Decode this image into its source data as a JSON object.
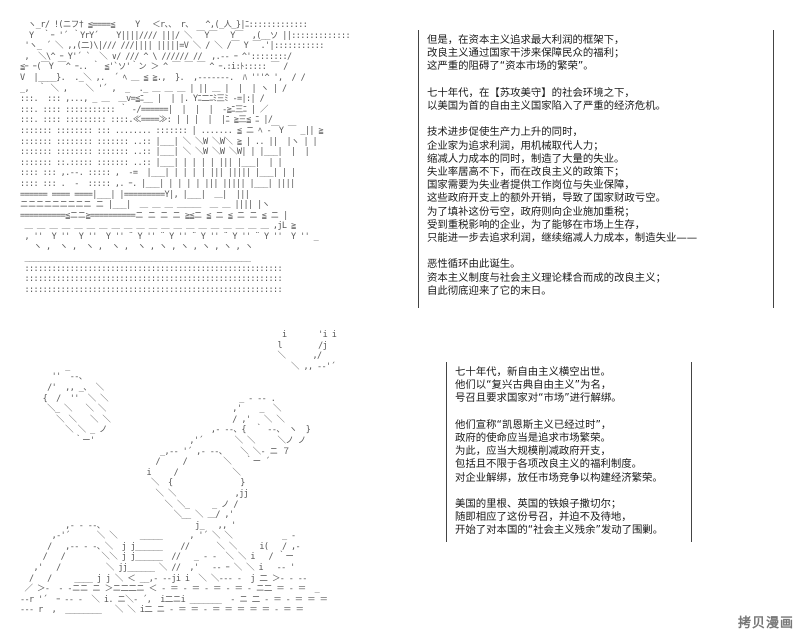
{
  "top_panel": {
    "lines": [
      "但是，在资本主义追求最大利润的框架下，",
      "改良主义通过国家干涉来保障民众的福利；",
      "这严重的阻碍了“资本市场的繁荣”。",
      "",
      "七十年代，在【苏攻美守】的社会环境之下，",
      "以美国为首的自由主义国家陷入了严重的经济危机。",
      "",
      "技术进步促使生产力上升的同时，",
      "企业家为追求利润，用机械取代人力；",
      "缩减人力成本的同时，制造了大量的失业。",
      "失业率居高不下，而在改良主义的政策下；",
      "国家需要为失业者提供工作岗位与失业保障，",
      "这些政府开支上的额外开销，导致了国家财政亏空。",
      "为了填补这份亏空，政府则向企业施加重税；",
      "受到重税影响的企业，为了能够在市场上生存，",
      "只能进一步去追求利润，继续缩减人力成本，制造失业——",
      "",
      "恶性循环由此诞生。",
      "资本主义制度与社会主义理论糅合而成的改良主义；",
      "自此彻底迎来了它的末日。"
    ]
  },
  "bottom_panel": {
    "lines": [
      "七十年代，新自由主义横空出世。",
      "他们以“复兴古典自由主义”为名，",
      "号召且要求国家对“市场”进行解绑。",
      "",
      "他们宣称“凯恩斯主义已经过时”，",
      "政府的使命应当是追求市场繁荣。",
      "为此，应当大规模削减政府开支，",
      "包括且不限于各项改良主义的福利制度。",
      "对企业解绑，放任市场竞争以构建经济繁荣。",
      "",
      "美国的里根、英国的铁娘子撒切尔；",
      "随即相应了这份号召，并迫不及待地，",
      "开始了对本国的“社会主义残余”发动了围剿。"
    ]
  },
  "watermark": "拷贝漫画",
  "art": {
    "top_left": "￣ヽ_r/ !(ニフ† ≦====≦￣ ￣Y￣ ＜r、、 r、 ￣^,(_人_}|ﾆ:::::::::::::\n  Y  ｀ｰ '´ ｀YrY´    Y||||//// |||/ ＼ ￣Y￣   Y￣  ,(__ソ ||:::::::::::::\n 'ヽ_ ´ ＼ ,,(二)\\|/// ///|||| |||||=V ＼ / ＼ /￣ Y ￣.'|:::::::::::\n ,  ＼\\^ ｰ Y'´ `  ＼ ∨/ /// ^ \\ ////// //  ,.-- ｰ ^'::::::::/\n≦ｰ ｰ(￣Y ￣^ ｰ.. ｀ ≦'`ソ'｀ン ＞ ^ ￣ ￣ ￣ ^ ｰ.:i:ﾄ::::: ￣ /\nV  |____}.  ._＼ ,.  ´ ﾍ ＿ ≦ ≧.,  }.  ,-------.  ﾊ '''^ ',  / /\n_,  ｀ ＼ ,    ＼ '´ ,  _  ._ ＿ ＿ ＿ | || ＿ |  |  | ヽ | /\n:::.  ::: ,..., _ ＿  ＿v=≦ﾆ__ |  | |. Yﾆ二ﾆﾐ三ﾐ ‐=|:| / \n:::. :::: ::::::::::: ｀ ‐/======|  |  |  |  ‐≧ﾆ三ﾆ | ／\n:::. :::: ::::::::: ::::.≪====≫: | | |  |  |ﾆ ≧三≦ ﾆ |/\n::::::: :::::::: ::: ........ ::::::: | ....... ≦ ニ ﾍ ‐￣Y ￣ _|| ≧ \n::::::: :::::::: ::::::: ..:: |___| ＼ ＼W ＼W＼ ≧ | .. ||  |ヽ | |\n::::::: :::::::: ::::::: ..:: |___| ＼ ＼W ＼W ＼W| | |___|  |  |\n::::::: ::.::::: ::::::: ..:: |___| | | | | ||| |___|  | |\n:::: ::: ,.‐‐. ::::: ,  ‐=  |___| | | | | ||| ||||| |___| | |\n:::: ::: .  -  ::::: ,. ｰ. |___| | | | | ||| ||||| |___| |||| \n====== ==== ====|___| |=========Y|, |___|  ＿|  |||  \nニニニニニニニニニ ニ |___|  ＿ ＿ ＿ ＿＿＿  ＿ ＿ |||| |ヽ\n==========≦ニニ≧==========ニ ニ ニ ニ ≧≦ニ ≦ ニ ≦ ニ ニ ≦ ニ |  \n ＿ ＿ ＿ ＿ ＿ ＿ ＿ ＿ ＿ ＿ ＿ ＿ ＿ ＿ ＿ ＿ ＿ ＿ ＿ ＿ ,jL ≧\n , ''  Y ''  Y ''  Y '' ¨ Y '' ¨ Y '' ¨ Y '' ¨ Y '' ¨ Y ''  Y '' _ \n   ヽ ,  ヽ ,  ヽ ,  ヽ ,  ヽ , ヽ , ヽ , ヽ , ヽ , ヽ \n __________________________________________________\n :::::::::::::::::::::::::::::::::::::::::::::::::::::::::\n :::::::::::::::::::::::::::::::::::::::::::::::::::::::::\n :::::::::::::::::::::::::::::::::::::::::::::::::::::::::",
    "bottom": "                                                          i       'i i\n                                                         l        /j\n                                                         ＼      ,/ \n          _                                                 ＼ ,, -‐'´\n       ''  ‐-、                                                     \n      /'  ,, _、 ＼\n     {  /  ''  ＼ ＼                             _ - ‐- .\n      ＼_ ＼   ＼ ＼                            ,'    _  ＼\n        ＼ ＼   ＼ ＼                           / ,'   ＼ ＼ \n          ＼ ＼ _ ノ                       ,- ‐-、{  ｀ ‐-、 ヽ  }\n            ｀ー'                     ,'´       ＼ ＼     ＼ノ ノ\n                               _,-‐ '´ ,- ‐-、   ＼ ＼- ニ ７\n                              /     /        ＼   ｀ー ´\n                            i     /            ＼\n                             ＼  {               }\n                              ＼ ＼             ,jj\n                                ＼ ＼_     _ ノ /\n                                  ＼__ ＼ ＿/ ,'\n          ,‐ ‐ ‐-、                    j_   ,, '\n       ,-'´      ＼ ＼     _____      , '´ ＼ ＼           _ -\n      /   ,-‐ ‐ ‐、＼  j j______    //      ＼ ＼     i(   / ,‐\n     /   /        ＼＼ j j______  //   _ - ‐  ＼ ＼ i   / ｀ー\n   ,'   /          ＼ jj______ ＼ //  ,'   -- ｰ ＼ ＼ i   -‐ ' \n  /   /     ____ j j ＼ ＜ __,- ‐-ji i  ＼ ＼‐-- ‐  j 二 ＞- ‐ --\n ／ ＞-  ‐ ‐ニニ ニ ＞ニ二二ニ ＜ ‐ ＝ ‐ ＝ ‐ ＝ ‐ ＝ ‐ ニ二 ＝ ‐ ＝  _\n--r '´  ｰ ‐- -  ＼ i. ニ＼‐ ´,  i二ニi _______  ‐ ニ 二 ‐ ＝ ‐ ＝ ＝ ＝\n--- r  ,  ________   ＼ ＼ i二 ニ ‐ ＝ ＝ ‐ ＝ ＝ ＝ ＝ ＝ ‐ ＝ ＝\nニニ- ‐ ‐‐- ' ニニニニニニ i  ＼ ij ニ ニ ＝ ‐ ＝ ＝ ＝ ＝ ＝ ‐ ＝ ＝"
  }
}
